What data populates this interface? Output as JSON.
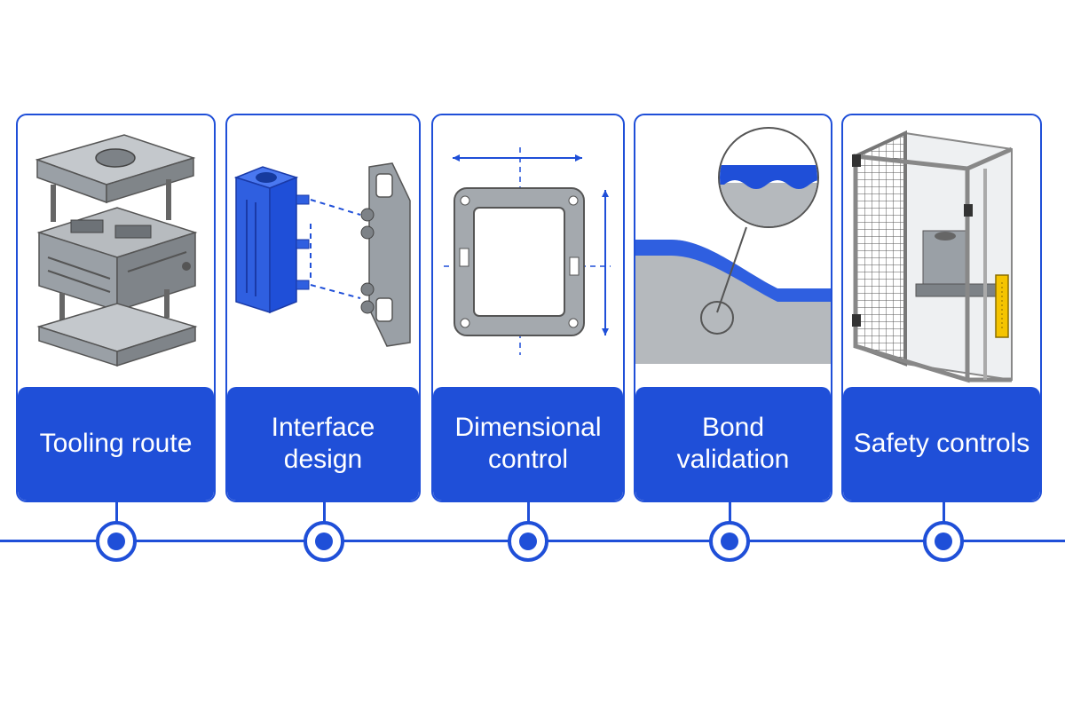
{
  "colors": {
    "accent": "#1f4fd8",
    "metal": "#9aa0a6",
    "metal_dark": "#5f6368",
    "warning": "#f5c400"
  },
  "steps": [
    {
      "label": "Tooling route",
      "icon": "injection-mold-icon"
    },
    {
      "label": "Interface design",
      "icon": "interface-parts-icon"
    },
    {
      "label": "Dimensional control",
      "icon": "dimensioned-frame-icon"
    },
    {
      "label": "Bond validation",
      "icon": "bond-magnifier-icon"
    },
    {
      "label": "Safety controls",
      "icon": "safety-enclosure-icon"
    }
  ]
}
